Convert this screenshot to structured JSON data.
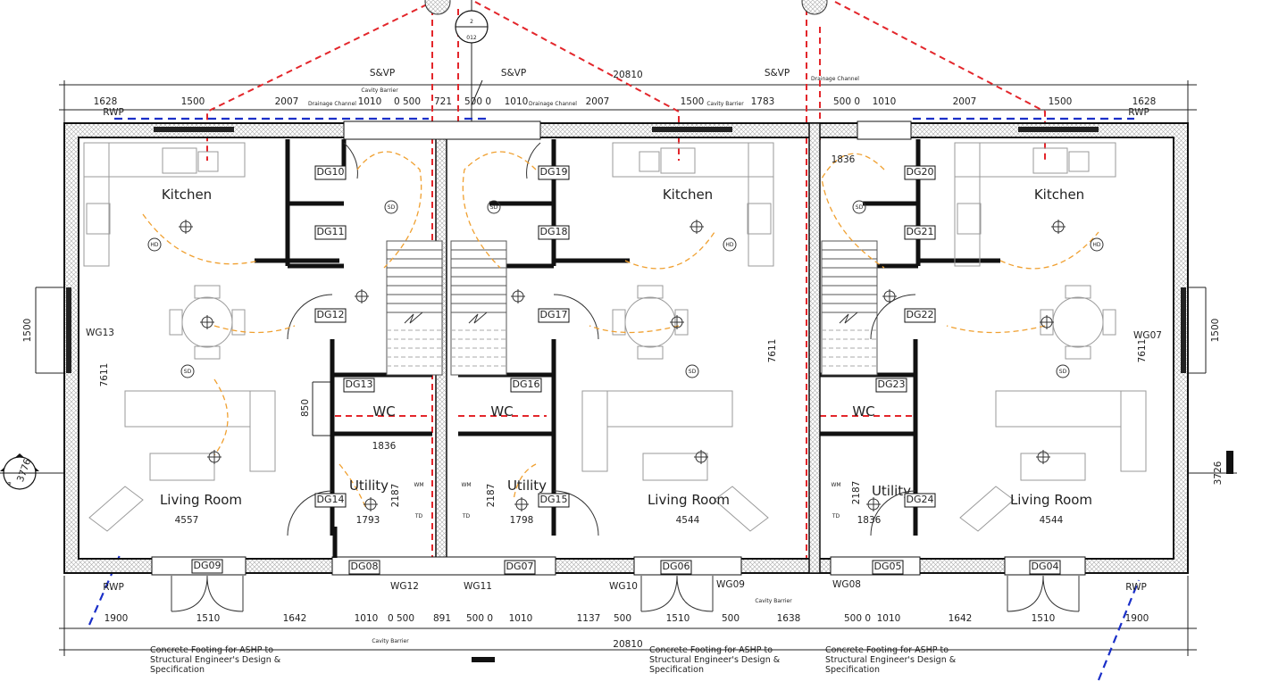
{
  "drawing": {
    "overall_width_top": "20810",
    "overall_width_bottom": "20810",
    "section_marker": {
      "number": "2",
      "sheet": "012"
    },
    "side_section_marker": {
      "ref": "a",
      "value": "3776"
    },
    "rooms": [
      "Kitchen",
      "Kitchen",
      "Kitchen",
      "Living Room",
      "Living Room",
      "Living Room",
      "Utility",
      "Utility",
      "Utility",
      "WC",
      "WC",
      "WC"
    ],
    "room_areas": [
      "4557",
      "4544",
      "4544"
    ],
    "door_tags": [
      "DG10",
      "DG11",
      "DG12",
      "DG13",
      "DG14",
      "DG19",
      "DG18",
      "DG17",
      "DG16",
      "DG15",
      "DG20",
      "DG21",
      "DG22",
      "DG23",
      "DG24",
      "DG09",
      "DG08",
      "DG07",
      "DG06",
      "DG05",
      "DG04"
    ],
    "window_tags": [
      "WG13",
      "WG07",
      "WG12",
      "WG11",
      "WG10",
      "WG09",
      "WG08"
    ],
    "top_dims": [
      "1628",
      "1500",
      "2007",
      "1010",
      "0 500",
      "721",
      "500 0",
      "1010",
      "2007",
      "1500",
      "1783",
      "500 0",
      "1010",
      "2007",
      "1500",
      "1628"
    ],
    "bottom_dims": [
      "1900",
      "1510",
      "1642",
      "1010",
      "0 500",
      "891",
      "500 0",
      "1010",
      "1137",
      "500",
      "1510",
      "500",
      "1638",
      "500 0",
      "1010",
      "1642",
      "1510",
      "1900"
    ],
    "vertical_dims": [
      "1500",
      "7611",
      "7611",
      "7611",
      "1500",
      "3726",
      "850",
      "2187",
      "2187",
      "2187",
      "1793",
      "1798",
      "1836",
      "1836",
      "1836"
    ],
    "annotations": [
      "S&VP",
      "S&VP",
      "S&VP",
      "RWP",
      "RWP",
      "RWP",
      "RWP",
      "Drainage Channel",
      "Drainage Channel",
      "Drainage Channel",
      "Cavity Barrier",
      "Cavity Barrier",
      "Cavity Barrier",
      "Cavity Barrier"
    ],
    "symbols": [
      "SD",
      "SD",
      "SD",
      "SD",
      "SD",
      "SD",
      "HD",
      "HD",
      "HD",
      "WM",
      "WM",
      "WM",
      "TD",
      "TD",
      "TD"
    ],
    "footing_note": [
      "Concrete Footing for ASHP to",
      "Structural Engineer's Design &",
      "Specification"
    ],
    "colors": {
      "drainage": "#e3262b",
      "gutter": "#1a2fc8",
      "wiring": "#f0a030",
      "wall": "#111111"
    }
  }
}
